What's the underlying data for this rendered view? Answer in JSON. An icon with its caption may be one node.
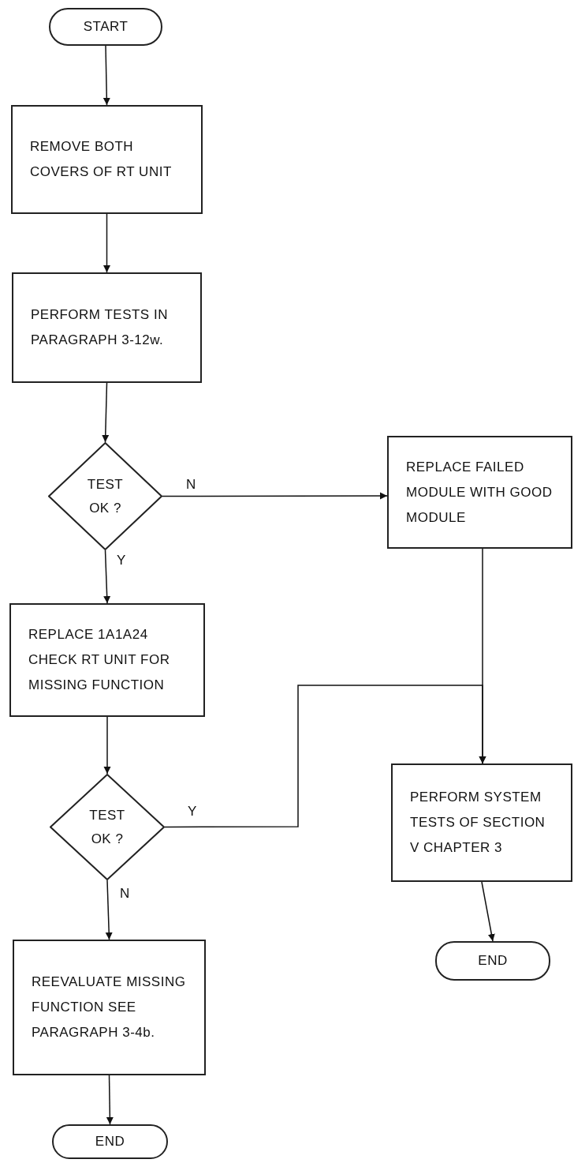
{
  "diagram": {
    "nodes": [
      {
        "text": [
          "START"
        ]
      },
      {
        "text": [
          "REMOVE BOTH COVERS OF RT UNIT"
        ]
      },
      {
        "text": [
          "PERFORM TESTS IN PARAGRAPH 3-12w."
        ]
      },
      {
        "text": [
          "TEST OK ?"
        ]
      },
      {
        "text": [
          "REPLACE FAILED MODULE WITH GOOD MODULE"
        ]
      },
      {
        "text": [
          "REPLACE 1A1A24 CHECK RT UNIT FOR MISSING FUNCTION"
        ]
      },
      {
        "text": [
          "TEST OK ?"
        ]
      },
      {
        "text": [
          "PERFORM SYSTEM TESTS OF SECTION V CHAPTER 3"
        ]
      },
      {
        "text": [
          "END"
        ]
      },
      {
        "text": [
          "REEVALUATE MISSING FUNCTION SEE PARAGRAPH 3-4b."
        ]
      },
      {
        "text": [
          "END"
        ]
      }
    ],
    "edges": [
      {
        "from": 0,
        "to": 1,
        "arrow": "to"
      },
      {
        "from": 1,
        "to": 2,
        "arrow": "to"
      },
      {
        "from": 2,
        "to": 3,
        "arrow": "to"
      },
      {
        "from": 3,
        "to": 4,
        "arrow": "to",
        "label": "N"
      },
      {
        "from": 3,
        "to": 5,
        "arrow": "to",
        "label": "Y"
      },
      {
        "from": 4,
        "to": 7,
        "arrow": "to"
      },
      {
        "from": 5,
        "to": 6,
        "arrow": "to"
      },
      {
        "from": 6,
        "to": 7,
        "arrow": "to",
        "label": "Y"
      },
      {
        "from": 6,
        "to": 9,
        "arrow": "to",
        "label": "N"
      },
      {
        "from": 9,
        "to": 10,
        "arrow": "to"
      },
      {
        "from": 7,
        "to": 8,
        "arrow": "to"
      }
    ]
  }
}
